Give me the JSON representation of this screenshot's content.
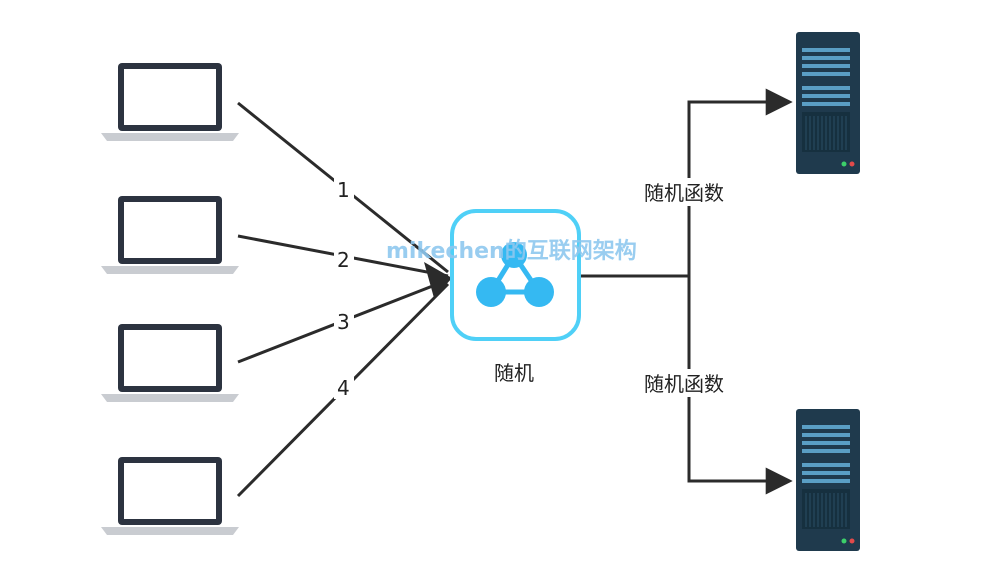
{
  "diagram": {
    "clients": [
      {
        "name": "laptop-client-1",
        "edge_label": "1"
      },
      {
        "name": "laptop-client-2",
        "edge_label": "2"
      },
      {
        "name": "laptop-client-3",
        "edge_label": "3"
      },
      {
        "name": "laptop-client-4",
        "edge_label": "4"
      }
    ],
    "balancer": {
      "label": "随机",
      "icon": "share-network-icon"
    },
    "servers": [
      {
        "name": "server-top",
        "edge_label": "随机函数"
      },
      {
        "name": "server-bottom",
        "edge_label": "随机函数"
      }
    ],
    "watermark": "mikechen的互联网架构"
  },
  "colors": {
    "line": "#2b2b2b",
    "laptop_frame": "#2c3340",
    "laptop_base": "#c9ccd1",
    "balancer_border": "#4fd0f7",
    "balancer_node": "#35b9f2",
    "server_body": "#1f3a4d",
    "server_panel": "#5a9ec4",
    "watermark": "#8ec8ef"
  }
}
